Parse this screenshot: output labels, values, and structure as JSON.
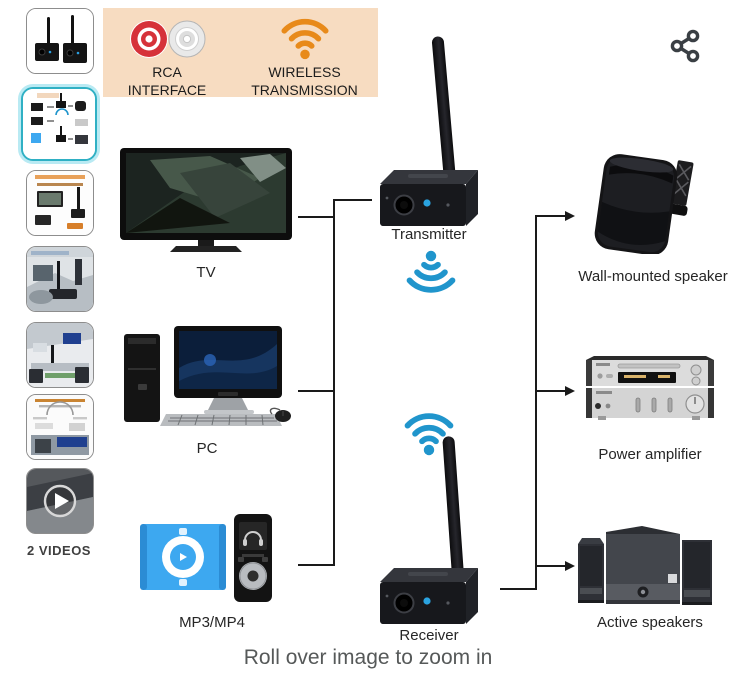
{
  "colors": {
    "wifi_blue": "#2095cc",
    "banner_orange": "#e88a1a",
    "banner_bg": "#f7dcc1",
    "rca_red": "#d6323a",
    "selected_thumb_border": "#2fb0c4",
    "connector": "#1a1a1a",
    "footer_text": "#565959"
  },
  "sidebar": {
    "thumbnails": [
      {
        "name": "transmitter-receiver-product",
        "selected": false
      },
      {
        "name": "connection-diagram",
        "selected": true
      },
      {
        "name": "setup-diagram-tv",
        "selected": false
      },
      {
        "name": "living-room-scene",
        "selected": false
      },
      {
        "name": "conference-room-scene",
        "selected": false
      },
      {
        "name": "plug-and-play-infographic",
        "selected": false
      },
      {
        "name": "product-video",
        "selected": false
      }
    ],
    "videos_label": "2 VIDEOS"
  },
  "banner": {
    "rca": {
      "line1": "RCA",
      "line2": "INTERFACE",
      "icon": "rca-connectors-icon"
    },
    "wireless": {
      "line1": "WIRELESS",
      "line2": "TRANSMISSION",
      "icon": "wifi-orange-icon"
    }
  },
  "diagram": {
    "sources": [
      {
        "label": "TV"
      },
      {
        "label": "PC"
      },
      {
        "label": "MP3/MP4"
      }
    ],
    "middle": [
      {
        "label": "Transmitter"
      },
      {
        "label": "Receiver"
      }
    ],
    "outputs": [
      {
        "label": "Wall-mounted speaker"
      },
      {
        "label": "Power amplifier"
      },
      {
        "label": "Active speakers"
      }
    ]
  },
  "footer": {
    "hint": "Roll over image to zoom in"
  }
}
